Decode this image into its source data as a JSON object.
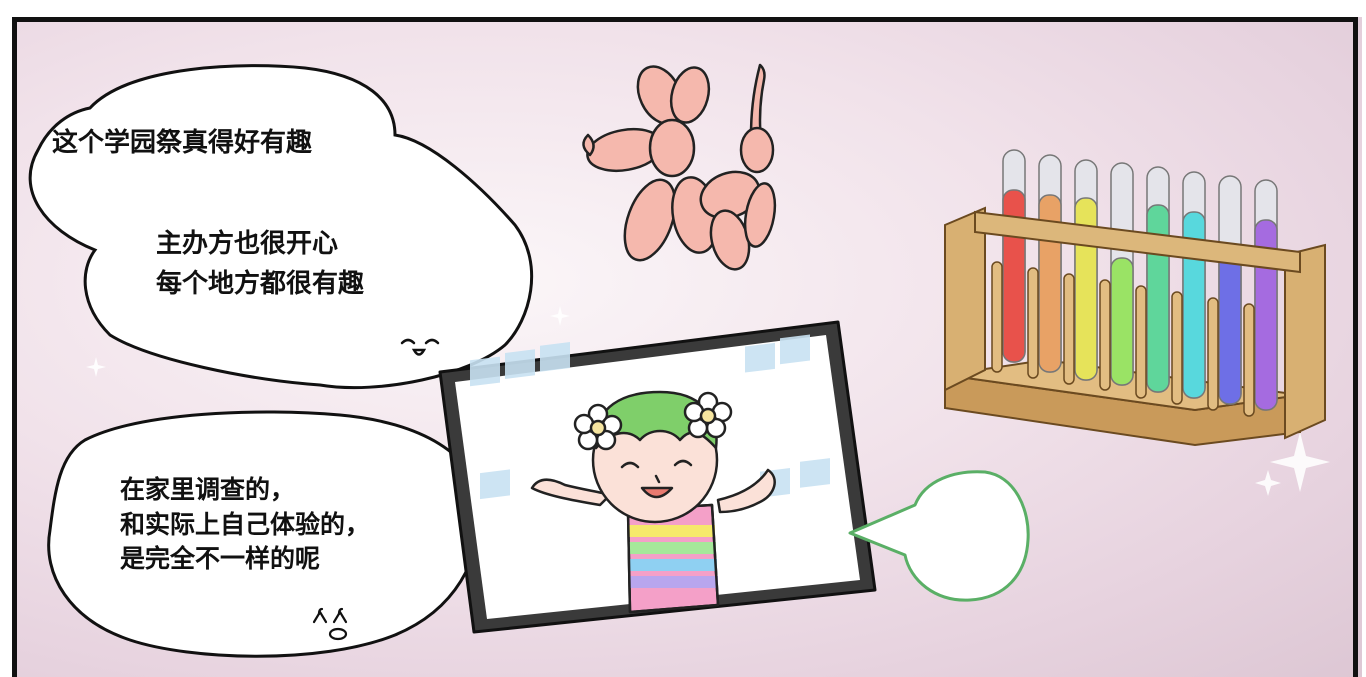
{
  "bubble_top": {
    "line1": "这个学园祭真得好有趣",
    "line2": "主办方也很开心\n每个地方都很有趣"
  },
  "bubble_bottom": {
    "text": "在家里调查的，\n和实际上自己体验的，\n是完全不一样的呢"
  },
  "colors": {
    "balloon": "#f5b8ad",
    "rack_wood": "#dcb77b",
    "bubble_green_outline": "#5aaf66",
    "tube_liquids": [
      "#e8524b",
      "#e8a266",
      "#e6e35a",
      "#9ae365",
      "#5fd69b",
      "#58d8dd",
      "#6e6fe6",
      "#a56be0"
    ]
  }
}
